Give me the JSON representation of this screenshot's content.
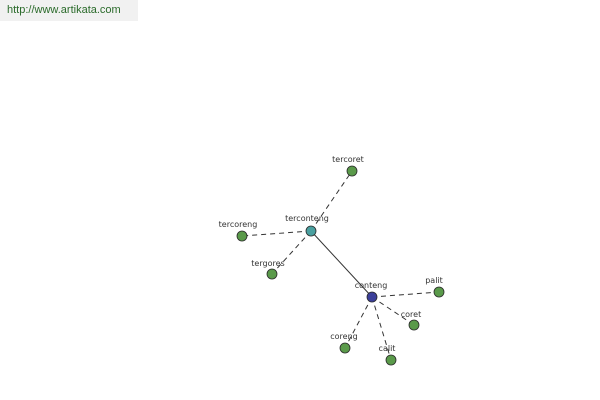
{
  "source": {
    "url": "http://www.artikata.com"
  },
  "colors": {
    "leaf": "#5a9a4a",
    "hub": "#4aa0a0",
    "root": "#3b3f9a",
    "edge": "#333333",
    "outline": "#2a2a2a"
  },
  "graph": {
    "nodes": [
      {
        "id": "terconteng",
        "label": "terconteng",
        "kind": "hub"
      },
      {
        "id": "conteng",
        "label": "conteng",
        "kind": "root"
      },
      {
        "id": "tercoret",
        "label": "tercoret",
        "kind": "leaf"
      },
      {
        "id": "tercoreng",
        "label": "tercoreng",
        "kind": "leaf"
      },
      {
        "id": "tergores",
        "label": "tergores",
        "kind": "leaf"
      },
      {
        "id": "palit",
        "label": "palit",
        "kind": "leaf"
      },
      {
        "id": "coret",
        "label": "coret",
        "kind": "leaf"
      },
      {
        "id": "coreng",
        "label": "coreng",
        "kind": "leaf"
      },
      {
        "id": "calit",
        "label": "calit",
        "kind": "leaf"
      }
    ],
    "edges": [
      {
        "from": "terconteng",
        "to": "conteng",
        "style": "solid"
      },
      {
        "from": "terconteng",
        "to": "tercoret",
        "style": "dashed"
      },
      {
        "from": "terconteng",
        "to": "tercoreng",
        "style": "dashed"
      },
      {
        "from": "terconteng",
        "to": "tergores",
        "style": "dashed"
      },
      {
        "from": "conteng",
        "to": "palit",
        "style": "dashed"
      },
      {
        "from": "conteng",
        "to": "coret",
        "style": "dashed"
      },
      {
        "from": "conteng",
        "to": "coreng",
        "style": "dashed"
      },
      {
        "from": "conteng",
        "to": "calit",
        "style": "dashed"
      }
    ]
  }
}
